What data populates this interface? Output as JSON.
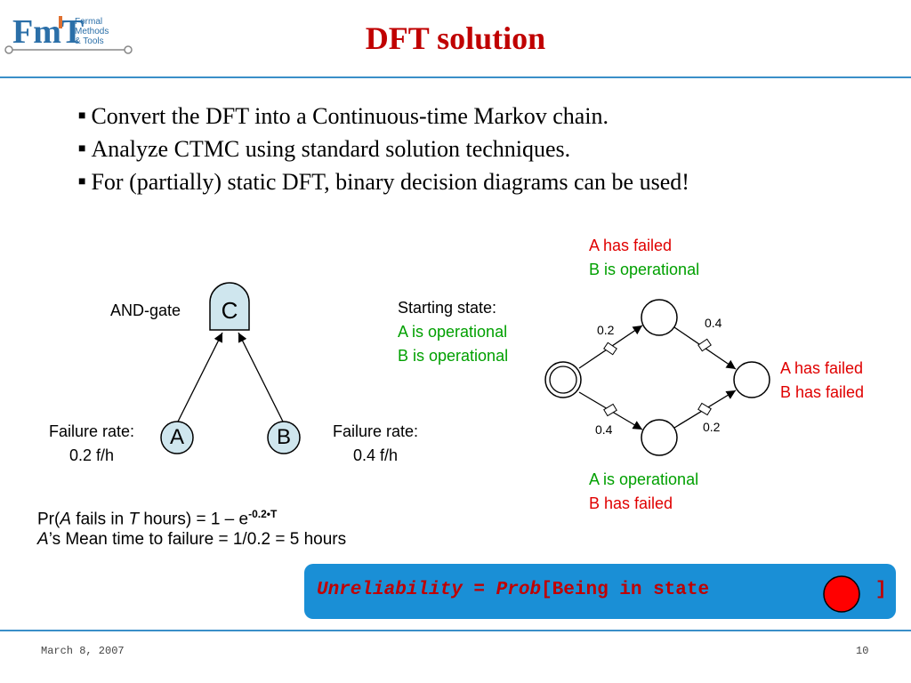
{
  "logo": {
    "letters": "FmT",
    "line1": "Formal",
    "line2": "Methods",
    "line3": "& Tools"
  },
  "slide": {
    "title": "DFT solution"
  },
  "bullets": [
    "Convert the DFT into a Continuous-time Markov chain.",
    "Analyze CTMC using standard solution techniques.",
    "For (partially) static DFT, binary decision diagrams can be used!"
  ],
  "dft": {
    "gate_label": "AND-gate",
    "top_node": "C",
    "node_a": "A",
    "node_b": "B",
    "rate_a_label": "Failure rate:",
    "rate_a_value": "0.2 f/h",
    "rate_b_label": "Failure rate:",
    "rate_b_value": "0.4 f/h"
  },
  "formula": {
    "pr_open": "Pr(",
    "pr_var_a": "A",
    "pr_mid": " fails in ",
    "pr_var_t": "T",
    "pr_end": " hours) = 1 – e",
    "pr_exp": "-0.2•T",
    "mttf_var": "A",
    "mttf_text": "’s Mean time to failure = 1/0.2 = 5 hours"
  },
  "ctmc": {
    "start_label": "Starting state:",
    "start_a": "A is operational",
    "start_b": "B is operational",
    "top_a": "A has failed",
    "top_b": "B is operational",
    "right_a": "A has failed",
    "right_b": "B has failed",
    "bottom_a": "A is operational",
    "bottom_b": "B has failed",
    "rate_start_top": "0.2",
    "rate_top_right": "0.4",
    "rate_start_bottom": "0.4",
    "rate_bottom_right": "0.2"
  },
  "result": {
    "word": "Unreliability",
    "eq": " = ",
    "prob": "Prob",
    "rest": "[Being in state ",
    "close": "]"
  },
  "footer": {
    "date": "March 8, 2007",
    "page": "10"
  },
  "colors": {
    "title": "#c00000",
    "accent_blue": "#3a8fc8",
    "operational_green": "#00a000",
    "failed_red": "#e00000",
    "node_fill": "#cfe6ee",
    "result_bg": "#1a8fd6"
  }
}
